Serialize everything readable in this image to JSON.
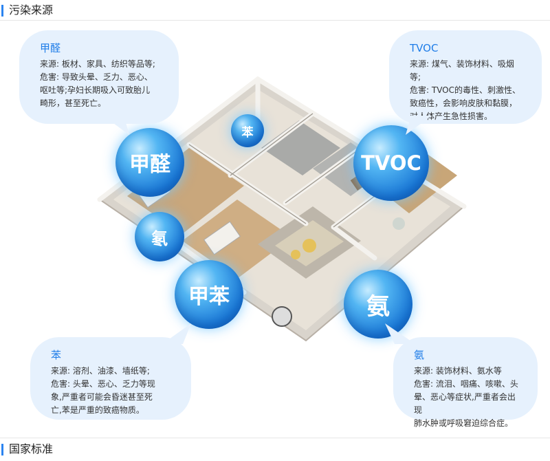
{
  "sections": {
    "pollution_sources": "污染来源",
    "national_standard": "国家标准"
  },
  "spheres": {
    "jiaquan": "甲醛",
    "ben": "苯",
    "tvoc": "TVOC",
    "qing": "氡",
    "jiaben": "甲苯",
    "an": "氨"
  },
  "callouts": {
    "formaldehyde": {
      "title": "甲醛",
      "lines": [
        "来源: 板材、家具、纺织等品等;",
        "危害: 导致头晕、乏力、恶心、",
        "呕吐等;孕妇长期吸入可致胎儿",
        "畸形，甚至死亡。"
      ]
    },
    "tvoc": {
      "title": "TVOC",
      "lines": [
        "来源: 煤气、装饰材料、吸烟等;",
        "危害: TVOC的毒性、刺激性、",
        "致癌性，会影响皮肤和黏膜，",
        "对人体产生急性损害。"
      ]
    },
    "benzene": {
      "title": "苯",
      "lines": [
        "来源: 溶剂、油漆、墙纸等;",
        "危害: 头晕、恶心、乏力等现",
        "象,严重者可能会昏迷甚至死",
        "亡,苯是严重的致癌物质。"
      ]
    },
    "ammonia": {
      "title": "氨",
      "lines": [
        "来源: 装饰材料、氨水等",
        "危害: 流泪、咽痛、咳嗽、头",
        "晕、恶心等症状,严重者会出现",
        "肺水肿或呼吸窘迫综合症。"
      ]
    }
  },
  "colors": {
    "accent": "#2b84f0",
    "bubble_bg": "#e6f1fd",
    "bubble_title": "#1f7de8",
    "sphere_blue": "#1a78d6"
  }
}
